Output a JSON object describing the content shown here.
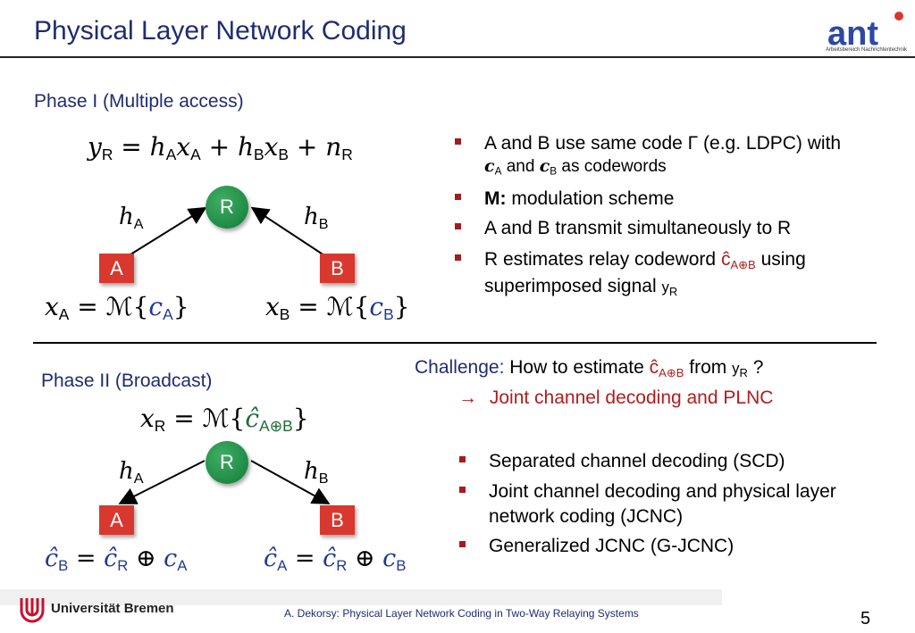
{
  "slide": {
    "title": "Physical Layer Network Coding",
    "page_number": "5",
    "footer": "A. Dekorsy: Physical Layer Network Coding in Two-Way Relaying Systems",
    "university": "Universität Bremen",
    "logo": {
      "name": "ant",
      "subtitle": "Arbeitsbereich Nachrichtentechnik"
    }
  },
  "phase1": {
    "label": "Phase I (Multiple access)",
    "equation": {
      "yR_base": "y",
      "yR_sub": "R",
      "eq": " = ",
      "h": "h",
      "A": "A",
      "x": "x",
      "plus": " + ",
      "B": "B",
      "n": "n",
      "R": "R"
    },
    "nodes": {
      "relay": "R",
      "left": "A",
      "right": "B"
    },
    "edge_labels": {
      "left": "h",
      "left_sub": "A",
      "right": "h",
      "right_sub": "B"
    },
    "left_eq": {
      "lhs": "x",
      "lhs_sub": "A",
      "rhs": " = ℳ{",
      "c": "c",
      "c_sub": "A",
      "close": "}"
    },
    "right_eq": {
      "lhs": "x",
      "lhs_sub": "B",
      "rhs": " = ℳ{",
      "c": "c",
      "c_sub": "B",
      "close": "}"
    }
  },
  "bullets1": [
    {
      "text1": "A and B use same code Γ (e.g. LDPC) with",
      "text2_pre": "c",
      "text2_a": "A",
      "text2_mid": " and ",
      "text2_c": "c",
      "text2_b": "B",
      "text2_post": " as codewords"
    },
    {
      "bold": "M:",
      "rest": " modulation scheme"
    },
    {
      "text": "A and B transmit simultaneously to R"
    },
    {
      "pre": "R estimates relay codeword ",
      "sym": "ĉ",
      "sub": "A⊕B",
      "post": " using",
      "line2": "superimposed signal ",
      "y": "y",
      "ysub": "R"
    }
  ],
  "challenge": {
    "label": "Challenge:",
    "pre": " How to estimate ",
    "sym": "ĉ",
    "sub": "A⊕B",
    "mid": " from ",
    "y": "y",
    "ysub": "R",
    "post": " ?",
    "arrow": "→",
    "answer": "Joint channel decoding and PLNC"
  },
  "phase2": {
    "label": "Phase II (Broadcast)",
    "equation": {
      "x": "x",
      "sub": "R",
      "rhs": " = ℳ{",
      "c": "ĉ",
      "csub": "A⊕B",
      "close": "}"
    },
    "nodes": {
      "relay": "R",
      "left": "A",
      "right": "B"
    },
    "edge_labels": {
      "left": "h",
      "left_sub": "A",
      "right": "h",
      "right_sub": "B"
    },
    "left_eq": {
      "c1": "ĉ",
      "s1": "B",
      "eq": " = ",
      "c2": "ĉ",
      "s2": "R",
      "op": " ⊕ ",
      "c3": "c",
      "s3": "A"
    },
    "right_eq": {
      "c1": "ĉ",
      "s1": "A",
      "eq": " = ",
      "c2": "ĉ",
      "s2": "R",
      "op": " ⊕ ",
      "c3": "c",
      "s3": "B"
    }
  },
  "bullets2": [
    {
      "text": "Separated channel decoding (SCD)"
    },
    {
      "line1": "Joint channel decoding and physical layer",
      "line2": "network coding (JCNC)"
    },
    {
      "text": "Generalized JCNC (G-JCNC)"
    }
  ]
}
